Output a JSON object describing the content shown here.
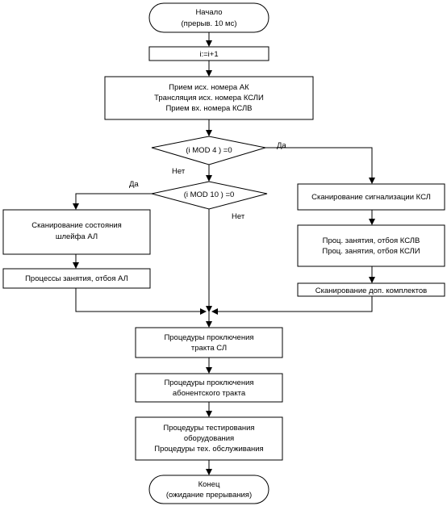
{
  "start": {
    "line1": "Начало",
    "line2": "(прерыв. 10 мс)"
  },
  "increment": "i:=i+1",
  "translation": {
    "line1": "Прием исх. номера АК",
    "line2": "Трансляция исх. номера КСЛИ",
    "line3": "Прием вх. номера КСЛВ"
  },
  "decision_mod4": "(i MOD 4 ) =0",
  "decision_mod10": "(i MOD 10 ) =0",
  "labels": {
    "yes": "Да",
    "no": "Нет"
  },
  "scan_loop": {
    "line1": "Сканирование состояния",
    "line2": "шлейфа  АЛ"
  },
  "al_processes": "Процессы  занятия, отбоя АЛ",
  "scan_ksl": "Сканирование сигнализации КСЛ",
  "proc_ksl": {
    "line1": "Проц. занятия, отбоя КСЛВ",
    "line2": "Проц. занятия, отбоя КСЛИ"
  },
  "scan_extra": "Сканирование доп. комплектов",
  "connect_sl": {
    "line1": "Процедуры проключения",
    "line2": "тракта СЛ"
  },
  "connect_sub": {
    "line1": "Процедуры проключения",
    "line2": "абонентского тракта"
  },
  "testing": {
    "line1": "Процедуры тестирования",
    "line2": "оборудования",
    "line3": "Процедуры тех. обслуживания"
  },
  "end": {
    "line1": "Конец",
    "line2": "(ожидание прерывания)"
  }
}
